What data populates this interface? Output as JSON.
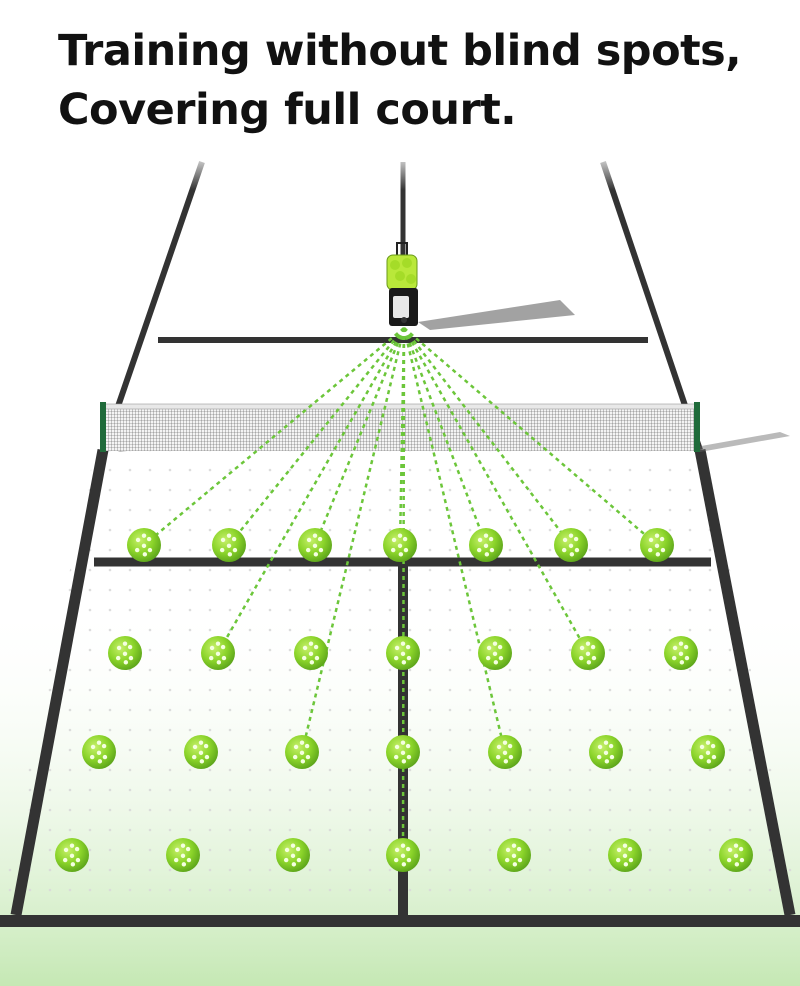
{
  "headline": {
    "line1": "Training without blind spots,",
    "line2": "Covering full court."
  },
  "colors": {
    "court_line": "#333333",
    "ball": "#8bd42a",
    "trajectory": "#6cc63a",
    "floor_fade": "#c5e8b4",
    "net_post": "#1f6b3a"
  },
  "icons": {
    "machine": "ball-machine-icon",
    "ball": "pickleball-icon",
    "net": "net-icon"
  },
  "ball_grid": {
    "rows": 4,
    "columns": 7
  }
}
